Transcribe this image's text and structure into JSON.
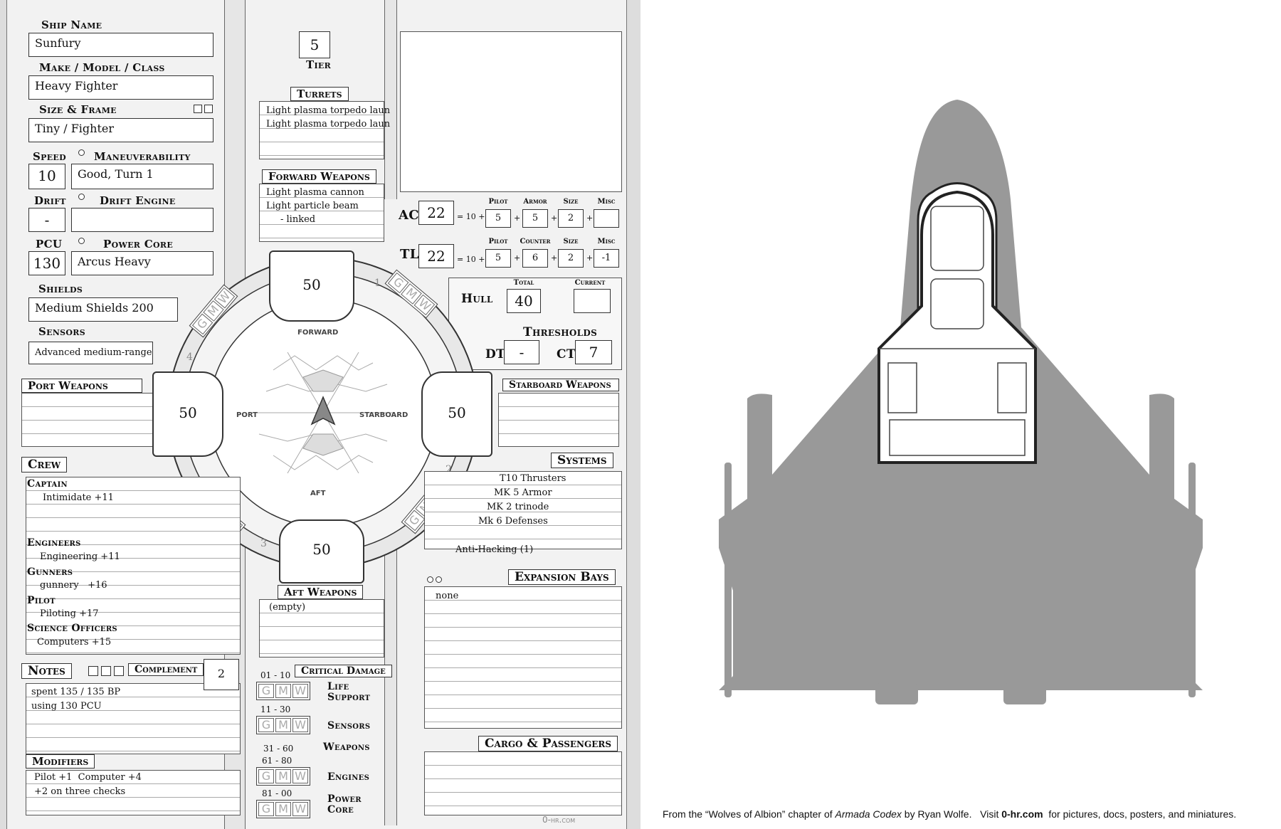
{
  "ship": {
    "name_label": "Ship Name",
    "name": "Sunfury",
    "make_label": "Make / Model / Class",
    "make": "Heavy Fighter",
    "size_label": "Size & Frame",
    "size": "Tiny / Fighter",
    "speed_label": "Speed",
    "speed": "10",
    "maneuver_label": "Maneuverability",
    "maneuver": "Good, Turn 1",
    "drift_label": "Drift",
    "drift": "-",
    "drift_engine_label": "Drift Engine",
    "drift_engine": "",
    "pcu_label": "PCU",
    "pcu": "130",
    "power_core_label": "Power Core",
    "power_core": "Arcus Heavy",
    "shields_label": "Shields",
    "shields": "Medium Shields 200",
    "sensors_label": "Sensors",
    "sensors": "Advanced medium-range"
  },
  "tier": {
    "label": "Tier",
    "value": "5"
  },
  "turrets": {
    "title": "Turrets",
    "items": [
      "Light plasma torpedo laun",
      "Light plasma torpedo laun"
    ]
  },
  "forward_weapons": {
    "title": "Forward Weapons",
    "items": [
      "Light plasma cannon",
      "Light particle beam",
      "- linked"
    ]
  },
  "port_weapons": {
    "title": "Port Weapons"
  },
  "starboard_weapons": {
    "title": "Starboard Weapons"
  },
  "aft_weapons": {
    "title": "Aft Weapons",
    "items": [
      "(empty)"
    ]
  },
  "ac": {
    "label": "AC",
    "value": "22",
    "base": "= 10 +",
    "headers": [
      "Pilot",
      "Armor",
      "Size",
      "Misc"
    ],
    "values": [
      "5",
      "5",
      "2",
      ""
    ]
  },
  "tl": {
    "label": "TL",
    "value": "22",
    "base": "= 10 +",
    "headers": [
      "Pilot",
      "Counter",
      "Size",
      "Misc"
    ],
    "values": [
      "5",
      "6",
      "2",
      "-1"
    ]
  },
  "hull": {
    "label": "Hull",
    "total_label": "Total",
    "total": "40",
    "current_label": "Current",
    "current": ""
  },
  "thresholds": {
    "label": "Thresholds",
    "dt_label": "DT",
    "dt": "-",
    "ct_label": "CT",
    "ct": "7"
  },
  "arcs": {
    "forward_shield": "50",
    "port_shield": "50",
    "starboard_shield": "50",
    "aft_shield": "50",
    "forward": "Forward",
    "port": "Port",
    "starboard": "Starboard",
    "aft": "Aft",
    "n1": "1",
    "n2": "2",
    "n3": "3",
    "n4": "4",
    "g": "G",
    "m": "M",
    "w": "W"
  },
  "crew": {
    "title": "Crew",
    "roles": [
      {
        "role": "Captain",
        "detail": "Intimidate +11"
      },
      {
        "role": "Engineers",
        "detail": "Engineering +11"
      },
      {
        "role": "Gunners",
        "detail": "gunnery   +16"
      },
      {
        "role": "Pilot",
        "detail": "Piloting +17"
      },
      {
        "role": "Science Officers",
        "detail": "Computers +15"
      }
    ]
  },
  "complement": {
    "label": "Complement",
    "value": "2"
  },
  "notes": {
    "title": "Notes",
    "lines": [
      "spent 135 / 135 BP",
      "using 130 PCU"
    ]
  },
  "modifiers": {
    "title": "Modifiers",
    "lines": [
      "Pilot +1  Computer +4",
      "+2 on three checks"
    ]
  },
  "systems": {
    "title": "Systems",
    "items": [
      "T10 Thrusters",
      "MK 5 Armor",
      "MK 2 trinode",
      "Mk 6 Defenses",
      "Anti-Hacking (1)"
    ]
  },
  "expansion_bays": {
    "title": "Expansion Bays",
    "items": [
      "none"
    ]
  },
  "cargo": {
    "title": "Cargo & Passengers"
  },
  "critical": {
    "title": "Critical Damage",
    "rows": [
      {
        "range": "01 - 10",
        "system": "Life Support"
      },
      {
        "range": "11 - 30",
        "system": "Sensors"
      },
      {
        "range": "31 - 60",
        "system": "Weapons"
      },
      {
        "range": "61 - 80",
        "system": "Engines"
      },
      {
        "range": "81 - 00",
        "system": "Power Core"
      }
    ]
  },
  "footer": "0-hr.com",
  "caption": {
    "pre": "From the “Wolves of Albion” chapter of ",
    "book": "Armada Codex",
    "by": " by Ryan Wolfe.   Visit ",
    "site": "0-hr.com",
    "post": "  for pictures, docs, posters, and miniatures."
  },
  "colors": {
    "ship_silhouette": "#999999",
    "sheet_bg": "#f2f2f2"
  }
}
